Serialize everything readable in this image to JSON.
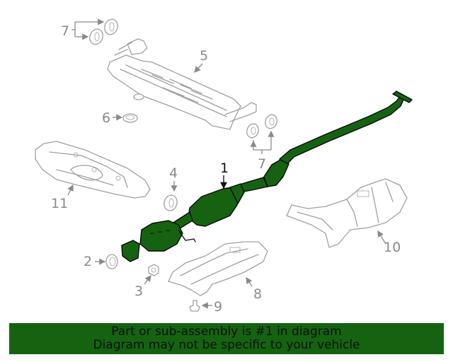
{
  "diagram": {
    "subject": "Exhaust system",
    "highlight_color": "#156311",
    "callouts": [
      {
        "id": "1",
        "label": "1",
        "part": "catalytic-converter-and-pipe",
        "highlighted": true
      },
      {
        "id": "2",
        "label": "2",
        "part": "gasket"
      },
      {
        "id": "3",
        "label": "3",
        "part": "nut"
      },
      {
        "id": "4",
        "label": "4",
        "part": "hanger"
      },
      {
        "id": "5",
        "label": "5",
        "part": "muffler"
      },
      {
        "id": "6",
        "label": "6",
        "part": "gasket-ring"
      },
      {
        "id": "7a",
        "label": "7",
        "part": "hanger-pair-upper"
      },
      {
        "id": "7b",
        "label": "7",
        "part": "hanger-pair-lower"
      },
      {
        "id": "8",
        "label": "8",
        "part": "front-heat-shield"
      },
      {
        "id": "9",
        "label": "9",
        "part": "bolt"
      },
      {
        "id": "10",
        "label": "10",
        "part": "center-heat-shield"
      },
      {
        "id": "11",
        "label": "11",
        "part": "rear-heat-shield"
      }
    ]
  },
  "banner": {
    "line1": "Part or sub-assembly is #1 in diagram",
    "line2": "Diagram may not be specific to your vehicle",
    "background": "#156311"
  }
}
